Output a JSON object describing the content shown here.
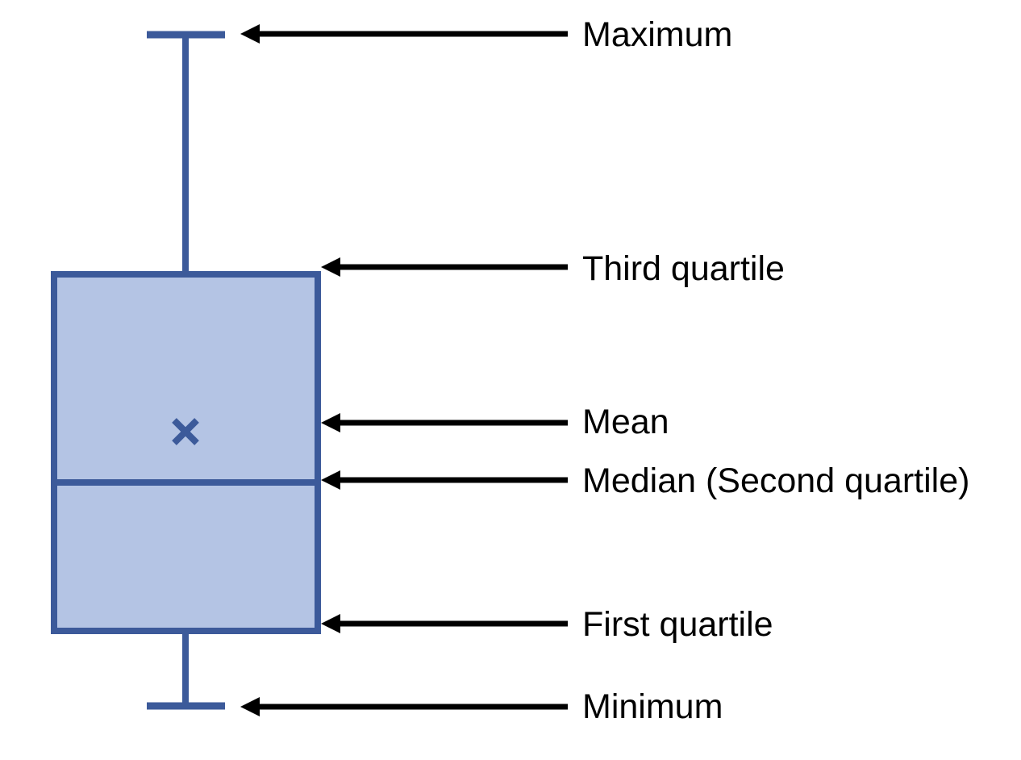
{
  "colors": {
    "box_fill": "#b4c4e4",
    "box_stroke": "#3c5a9a",
    "arrow": "#000000",
    "text": "#000000"
  },
  "labels": {
    "maximum": "Maximum",
    "third_quartile": "Third quartile",
    "mean": "Mean",
    "median": "Median (Second quartile)",
    "first_quartile": "First quartile",
    "minimum": "Minimum"
  },
  "mean_marker_icon": "x-mark-icon"
}
